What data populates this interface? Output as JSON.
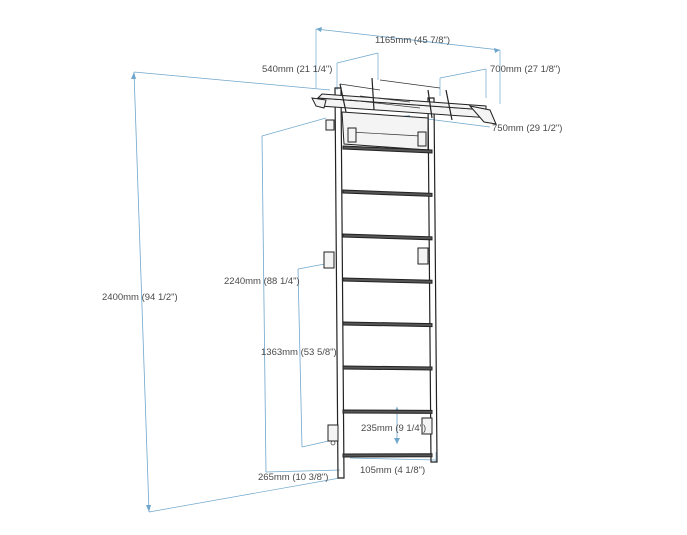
{
  "dimensions": {
    "overall_width": "1165mm (45 7/8\")",
    "bar_depth": "540mm (21 1/4\")",
    "bar_projection": "700mm (27 1/8\")",
    "bar_width": "750mm (29 1/2\")",
    "total_height": "2400mm (94 1/2\")",
    "mount_height": "2240mm (88 1/4\")",
    "lower_mount_height": "1363mm (53 5/8\")",
    "rung_spacing": "235mm (9 1/4\")",
    "bottom_offset": "265mm (10 3/8\")",
    "rung_offset": "105mm (4 1/8\")"
  },
  "colors": {
    "dimension_line": "#6fa6cc",
    "frame": "#222222",
    "text": "#4a4a4a"
  },
  "rung_count": 8
}
